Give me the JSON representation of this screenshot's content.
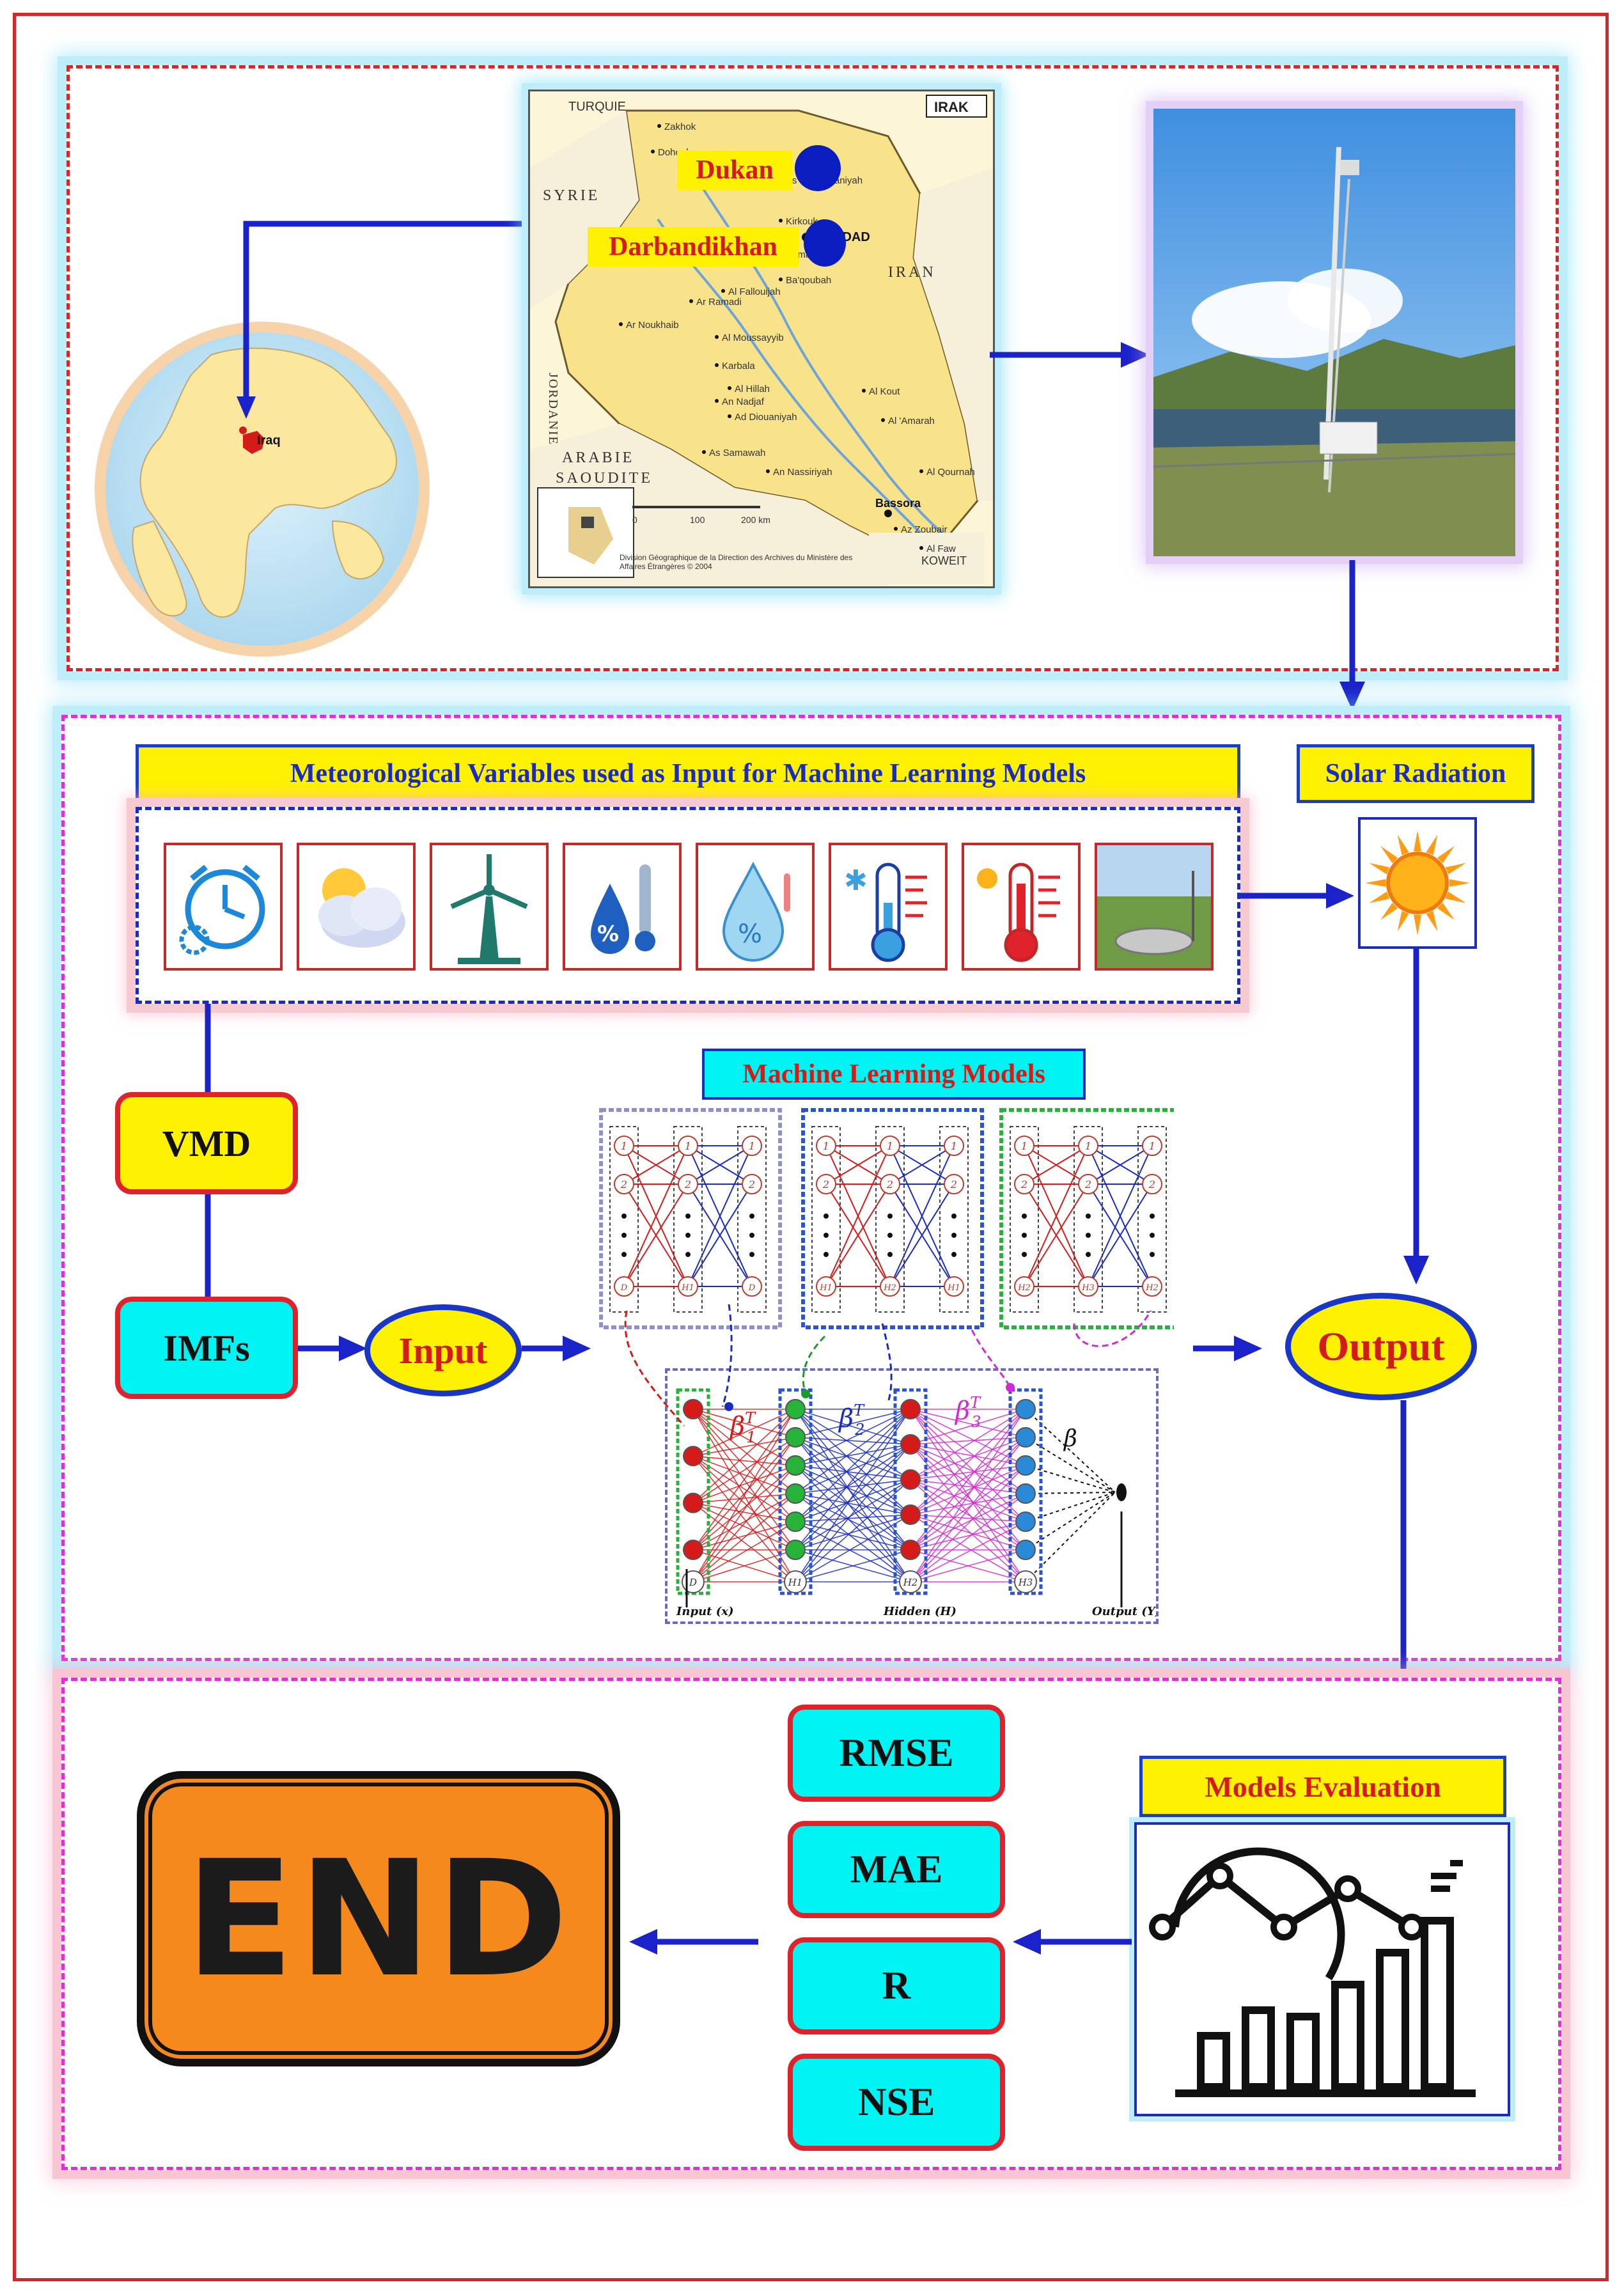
{
  "top": {
    "map_labels": {
      "turquie": "TURQUIE",
      "irak": "IRAK",
      "syrie": "SYRIE",
      "iran": "IRAN",
      "jordanie": "JORDANIE",
      "arabie": "ARABIE",
      "saoudite": "SAOUDITE",
      "koweit": "KOWEIT",
      "bagdad": "BAGDAD",
      "bassora": "Bassora",
      "scale_0": "0",
      "scale_100": "100",
      "scale_200": "200 km",
      "credit": "Division Géographique de la Direction des Archives du Ministère des Affaires Étrangères © 2004",
      "cities": [
        "Zakhok",
        "Dohouk",
        "As Soulaimaniyah",
        "Kirkouk",
        "Samarra",
        "Ba'qoubah",
        "Al Fallouijah",
        "Ar Ramadi",
        "Ar Noukhaib",
        "Al Moussayyib",
        "Karbala",
        "Al Hillah",
        "An Nadjaf",
        "Ad Diouaniyah",
        "Al Kout",
        "Al 'Amarah",
        "As Samawah",
        "An Nassiriyah",
        "Al Qournah",
        "Az Zoubair",
        "Al Faw"
      ]
    },
    "dukan": "Dukan",
    "darbandikhan": "Darbandikhan",
    "globe_label": "Iraq"
  },
  "middle": {
    "inputs_title": "Meteorological Variables used as Input for Machine Learning Models",
    "solar_title": "Solar Radiation",
    "icons": [
      "clock-icon",
      "cloud-sun-icon",
      "wind-turbine-icon",
      "humidity-thermometer-icon",
      "humidity-drop-icon",
      "min-temperature-icon",
      "max-temperature-icon",
      "evaporation-pan-photo"
    ],
    "vmd": "VMD",
    "imfs": "IMFs",
    "input": "Input",
    "output": "Output",
    "ml_title": "Machine Learning Models",
    "nn": {
      "input_label": "Input (x)",
      "hidden_label": "Hidden (H)",
      "output_label": "Output (Y)",
      "beta1": "β",
      "beta1_sup": "T",
      "beta1_sub": "1",
      "beta2": "β",
      "beta2_sup": "T",
      "beta2_sub": "2",
      "beta3": "β",
      "beta3_sup": "T",
      "beta3_sub": "3",
      "beta": "β",
      "nodes": {
        "d": "D",
        "h1": "H1",
        "h2": "H2",
        "h3": "H3",
        "n1": "1",
        "n2": "2",
        "dots": "⋮"
      }
    }
  },
  "bottom": {
    "eval_title": "Models Evaluation",
    "metrics": [
      "RMSE",
      "MAE",
      "R",
      "NSE"
    ],
    "end": "END"
  },
  "colors": {
    "arrow_blue": "#1a22c9",
    "panel_red": "#d6262b",
    "panel_magenta": "#e02fd6",
    "yellow": "#fff200",
    "cyan": "#00f4f4",
    "end_orange": "#f5891c"
  }
}
